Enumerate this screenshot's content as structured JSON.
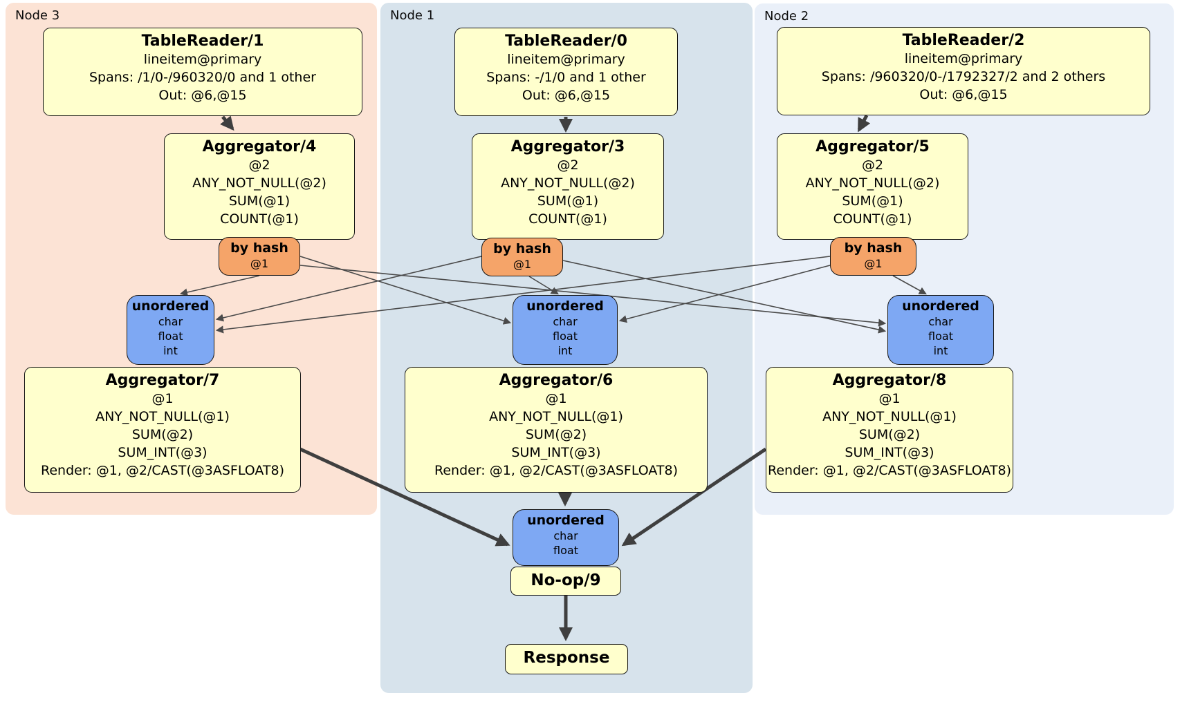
{
  "regions": {
    "node3": {
      "label": "Node 3",
      "bg": "#fce3d5"
    },
    "node1": {
      "label": "Node 1",
      "bg": "#d7e3ec"
    },
    "node2": {
      "label": "Node 2",
      "bg": "#eaf0f9"
    }
  },
  "colors": {
    "processor_fill": "#ffffcd",
    "router_fill": "#f5a469",
    "sync_fill": "#7ea8f3",
    "edge": "#3f3f3f"
  },
  "processors": {
    "tr1": {
      "title": "TableReader/1",
      "lines": [
        "lineitem@primary",
        "Spans: /1/0-/960320/0 and 1 other",
        "Out: @6,@15"
      ]
    },
    "tr0": {
      "title": "TableReader/0",
      "lines": [
        "lineitem@primary",
        "Spans: -/1/0 and 1 other",
        "Out: @6,@15"
      ]
    },
    "tr2": {
      "title": "TableReader/2",
      "lines": [
        "lineitem@primary",
        "Spans: /960320/0-/1792327/2 and 2 others",
        "Out: @6,@15"
      ]
    },
    "agg4": {
      "title": "Aggregator/4",
      "lines": [
        "@2",
        "ANY_NOT_NULL(@2)",
        "SUM(@1)",
        "COUNT(@1)"
      ]
    },
    "agg3": {
      "title": "Aggregator/3",
      "lines": [
        "@2",
        "ANY_NOT_NULL(@2)",
        "SUM(@1)",
        "COUNT(@1)"
      ]
    },
    "agg5": {
      "title": "Aggregator/5",
      "lines": [
        "@2",
        "ANY_NOT_NULL(@2)",
        "SUM(@1)",
        "COUNT(@1)"
      ]
    },
    "agg7": {
      "title": "Aggregator/7",
      "lines": [
        "@1",
        "ANY_NOT_NULL(@1)",
        "SUM(@2)",
        "SUM_INT(@3)",
        "Render: @1, @2/CAST(@3ASFLOAT8)"
      ]
    },
    "agg6": {
      "title": "Aggregator/6",
      "lines": [
        "@1",
        "ANY_NOT_NULL(@1)",
        "SUM(@2)",
        "SUM_INT(@3)",
        "Render: @1, @2/CAST(@3ASFLOAT8)"
      ]
    },
    "agg8": {
      "title": "Aggregator/8",
      "lines": [
        "@1",
        "ANY_NOT_NULL(@1)",
        "SUM(@2)",
        "SUM_INT(@3)",
        "Render: @1, @2/CAST(@3ASFLOAT8)"
      ]
    },
    "noop": {
      "title": "No-op/9"
    },
    "response": {
      "title": "Response"
    }
  },
  "routers": {
    "hash3": {
      "title": "by hash",
      "lines": [
        "@1"
      ]
    },
    "hash1": {
      "title": "by hash",
      "lines": [
        "@1"
      ]
    },
    "hash2": {
      "title": "by hash",
      "lines": [
        "@1"
      ]
    }
  },
  "syncs": {
    "un3": {
      "title": "unordered",
      "lines": [
        "char",
        "float",
        "int"
      ]
    },
    "un1": {
      "title": "unordered",
      "lines": [
        "char",
        "float",
        "int"
      ]
    },
    "un2": {
      "title": "unordered",
      "lines": [
        "char",
        "float",
        "int"
      ]
    },
    "unfinal": {
      "title": "unordered",
      "lines": [
        "char",
        "float"
      ]
    }
  }
}
